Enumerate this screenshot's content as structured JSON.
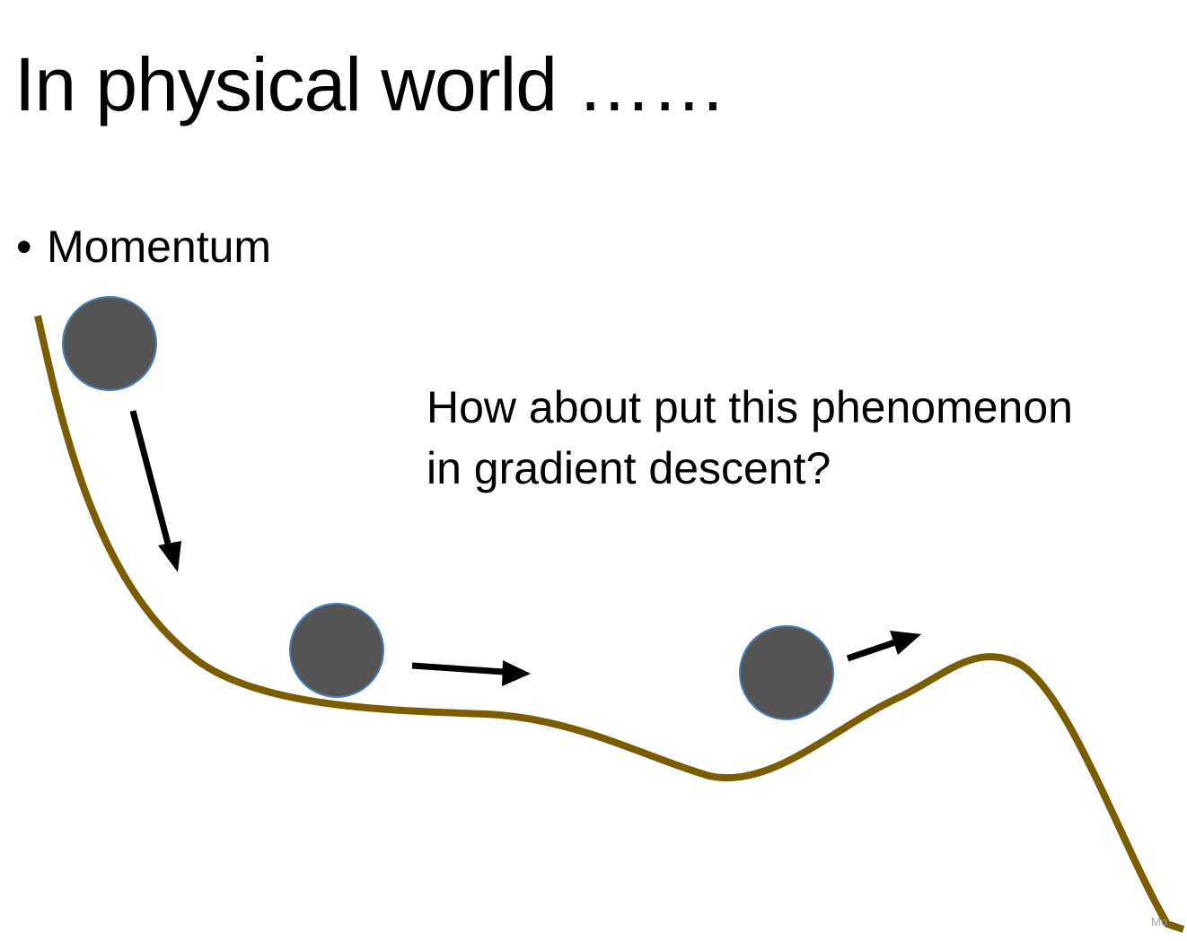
{
  "slide": {
    "title": "In physical world ……",
    "bullet_marker": "•",
    "bullet_text": "Momentum",
    "question_line1": "How about put this phenomenon",
    "question_line2": "in gradient descent?",
    "watermark": "Mo"
  },
  "colors": {
    "curve": "#7a5d00",
    "ball_fill": "#555555",
    "ball_stroke": "#4a7ebb",
    "arrow": "#000000"
  },
  "icons": {
    "ball": "circle",
    "arrow": "straight-arrow"
  }
}
